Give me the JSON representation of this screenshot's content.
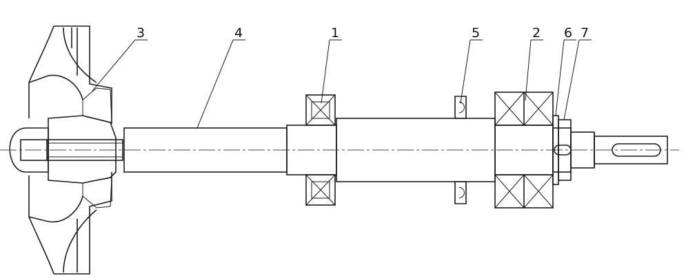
{
  "labels": {
    "part_1": "1",
    "part_2": "2",
    "part_3": "3",
    "part_4": "4",
    "part_5": "5",
    "part_6": "6",
    "part_7": "7"
  },
  "colors": {
    "line": "#1a1a1a",
    "background": "#ffffff"
  }
}
